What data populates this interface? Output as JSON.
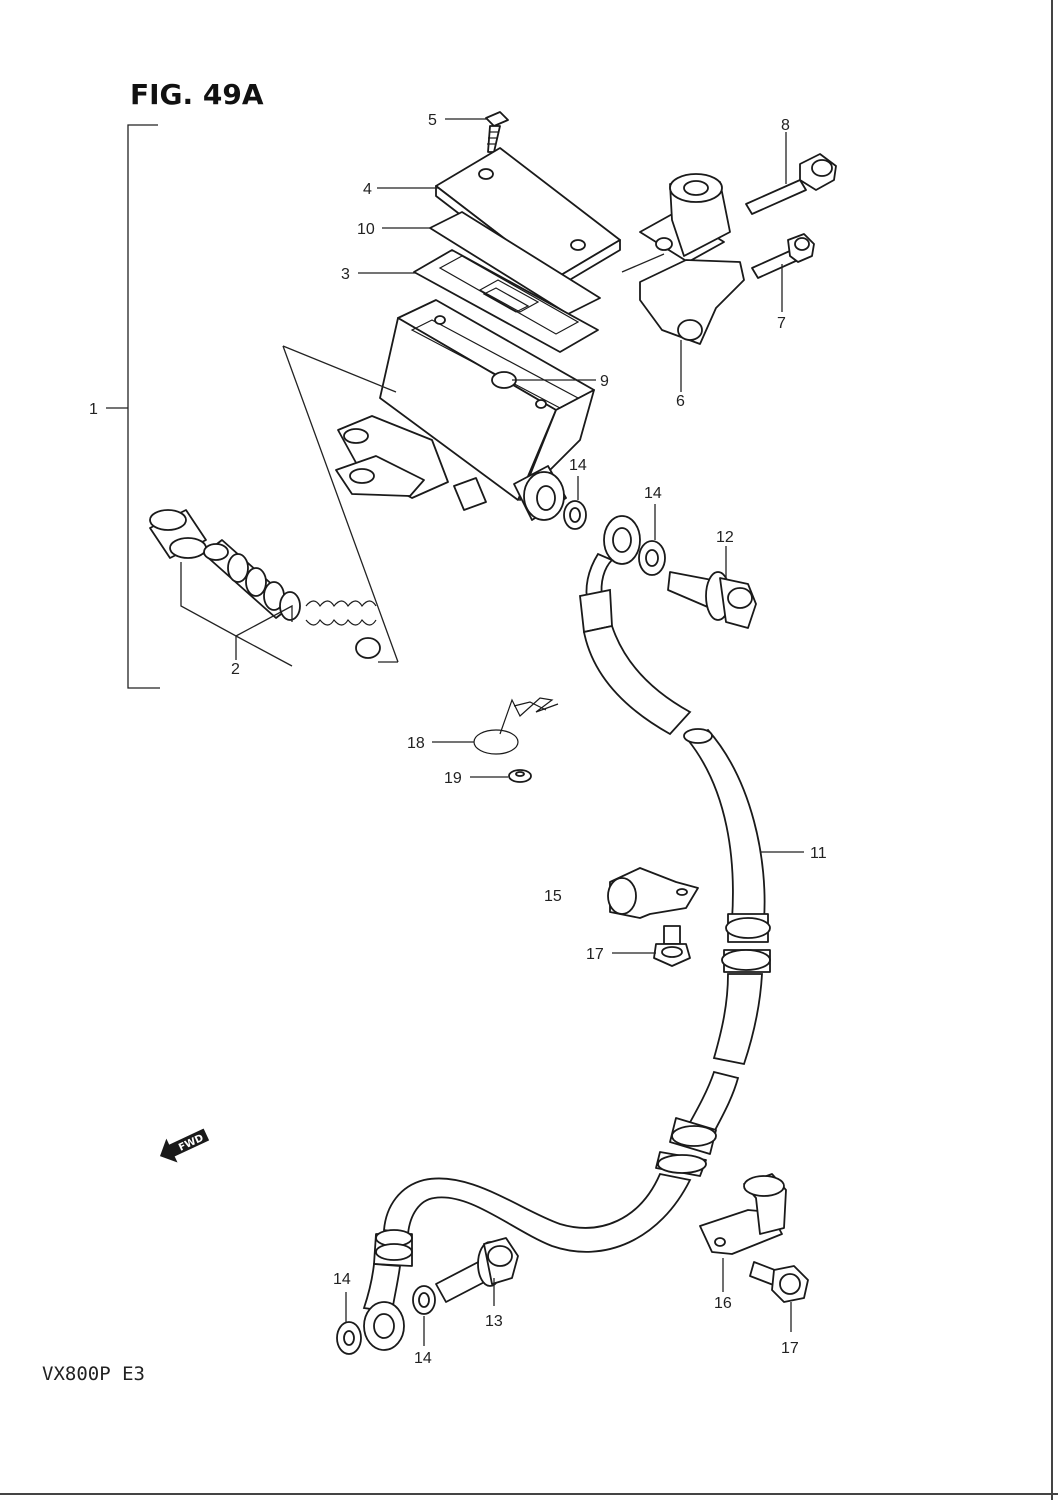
{
  "figure": {
    "title": "FIG. 49A",
    "model": "VX800P  E3"
  },
  "fwd_icon": {
    "label": "FWD",
    "icon": "forward-arrow-icon"
  },
  "callouts": {
    "c1": "1",
    "c2": "2",
    "c3": "3",
    "c4": "4",
    "c5": "5",
    "c6": "6",
    "c7": "7",
    "c8": "8",
    "c9": "9",
    "c10": "10",
    "c11": "11",
    "c12": "12",
    "c13": "13",
    "c14a": "14",
    "c14b": "14",
    "c14c": "14",
    "c14d": "14",
    "c15": "15",
    "c16": "16",
    "c17a": "17",
    "c17b": "17",
    "c18": "18",
    "c19": "19"
  }
}
